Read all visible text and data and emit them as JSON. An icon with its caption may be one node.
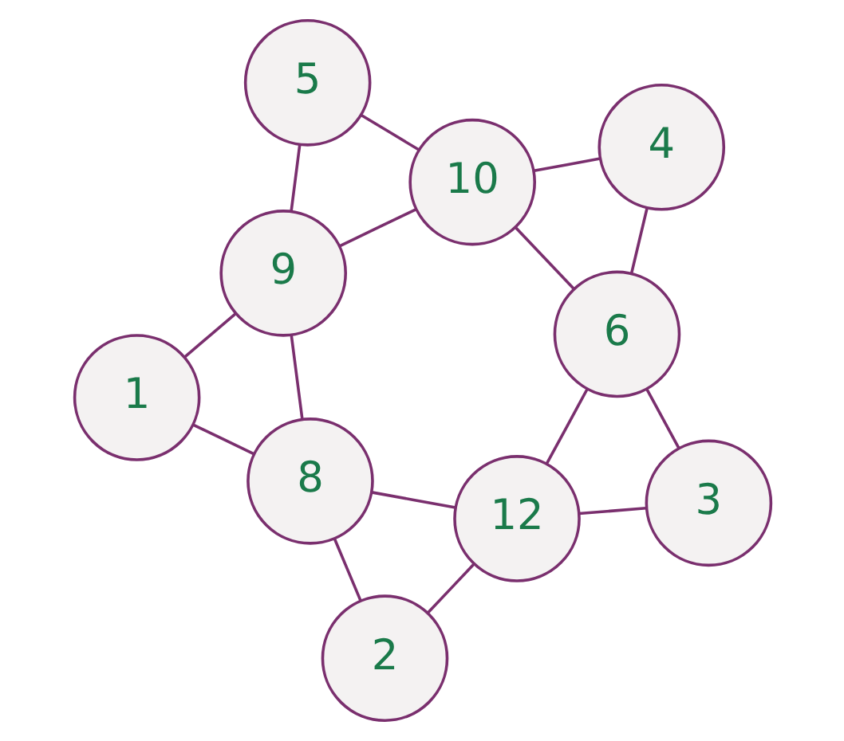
{
  "diagram": {
    "nodes": [
      {
        "text": [
          "5"
        ]
      },
      {
        "text": [
          "4"
        ]
      },
      {
        "text": [
          "10"
        ]
      },
      {
        "text": [
          "9"
        ]
      },
      {
        "text": [
          "1"
        ]
      },
      {
        "text": [
          "6"
        ]
      },
      {
        "text": [
          "8"
        ]
      },
      {
        "text": [
          "12"
        ]
      },
      {
        "text": [
          "3"
        ]
      },
      {
        "text": [
          "2"
        ]
      }
    ],
    "edges": [
      {
        "from": 1,
        "to": 2,
        "arrow": "none"
      },
      {
        "from": 2,
        "to": 3,
        "arrow": "none"
      },
      {
        "from": 3,
        "to": 4,
        "arrow": "none"
      },
      {
        "from": 0,
        "to": 2,
        "arrow": "none"
      },
      {
        "from": 2,
        "to": 5,
        "arrow": "none"
      },
      {
        "from": 5,
        "to": 8,
        "arrow": "none"
      },
      {
        "from": 0,
        "to": 3,
        "arrow": "none"
      },
      {
        "from": 3,
        "to": 6,
        "arrow": "none"
      },
      {
        "from": 6,
        "to": 9,
        "arrow": "none"
      },
      {
        "from": 1,
        "to": 5,
        "arrow": "none"
      },
      {
        "from": 5,
        "to": 7,
        "arrow": "none"
      },
      {
        "from": 7,
        "to": 9,
        "arrow": "none"
      },
      {
        "from": 4,
        "to": 6,
        "arrow": "none"
      },
      {
        "from": 6,
        "to": 7,
        "arrow": "none"
      },
      {
        "from": 7,
        "to": 8,
        "arrow": "none"
      }
    ]
  }
}
